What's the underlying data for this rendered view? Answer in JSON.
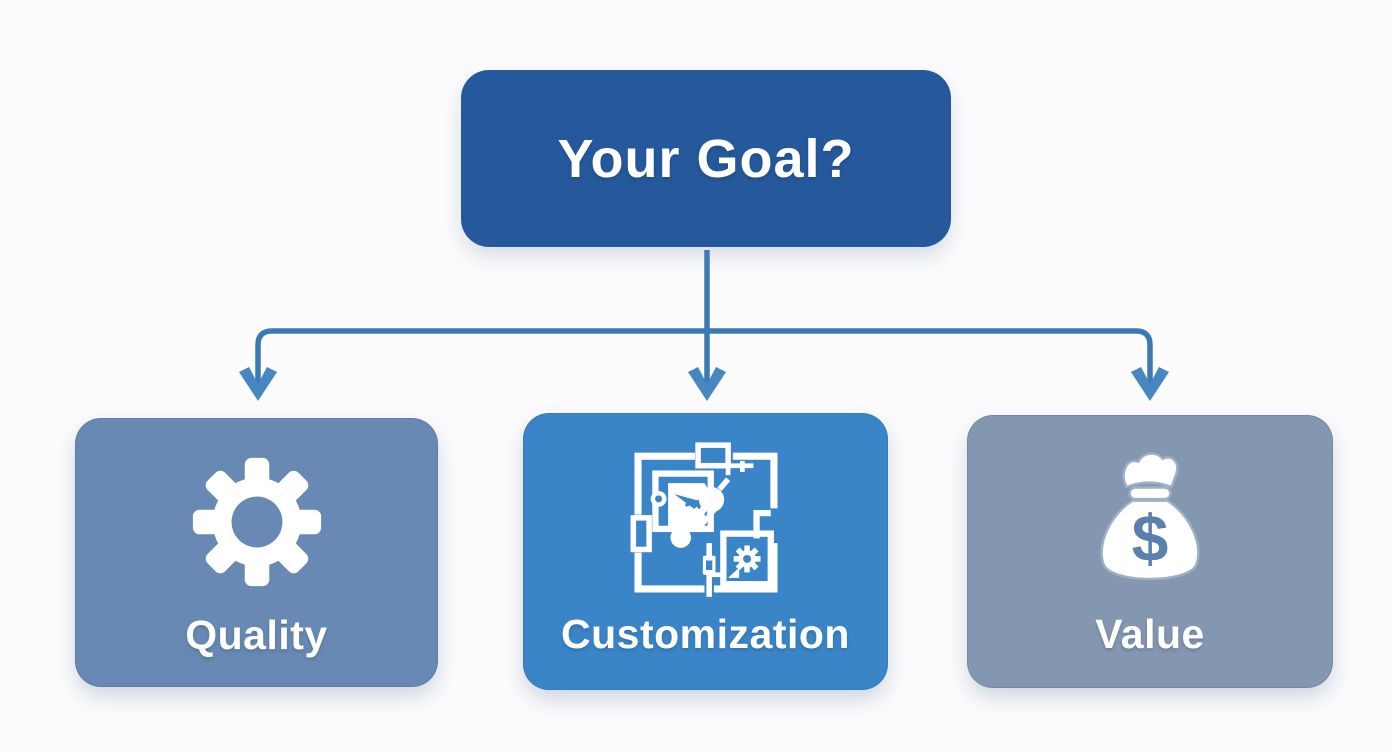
{
  "colors": {
    "canvas_bg": "#fcfcfd",
    "root_bg": "#25599b",
    "quality_bg": "#6889b3",
    "customization_bg": "#3a85c8",
    "value_bg": "#8497b1",
    "arrow": "#3c7ab4",
    "arrowhead": "#4787c0",
    "label_text": "#ffffff",
    "icon_glyph": "#ffffff",
    "dollar_sign": "#5a81ad",
    "bag_outline": "#9db0c6"
  },
  "diagram": {
    "type": "flowchart",
    "root": {
      "label": "Your Goal?"
    },
    "children": [
      {
        "id": "quality",
        "label": "Quality",
        "icon": "gear-icon"
      },
      {
        "id": "customization",
        "label": "Customization",
        "icon": "blueprint-schematic-icon"
      },
      {
        "id": "value",
        "label": "Value",
        "icon": "money-bag-icon"
      }
    ]
  },
  "icons": {
    "money_bag": {
      "currency_symbol": "$"
    }
  }
}
